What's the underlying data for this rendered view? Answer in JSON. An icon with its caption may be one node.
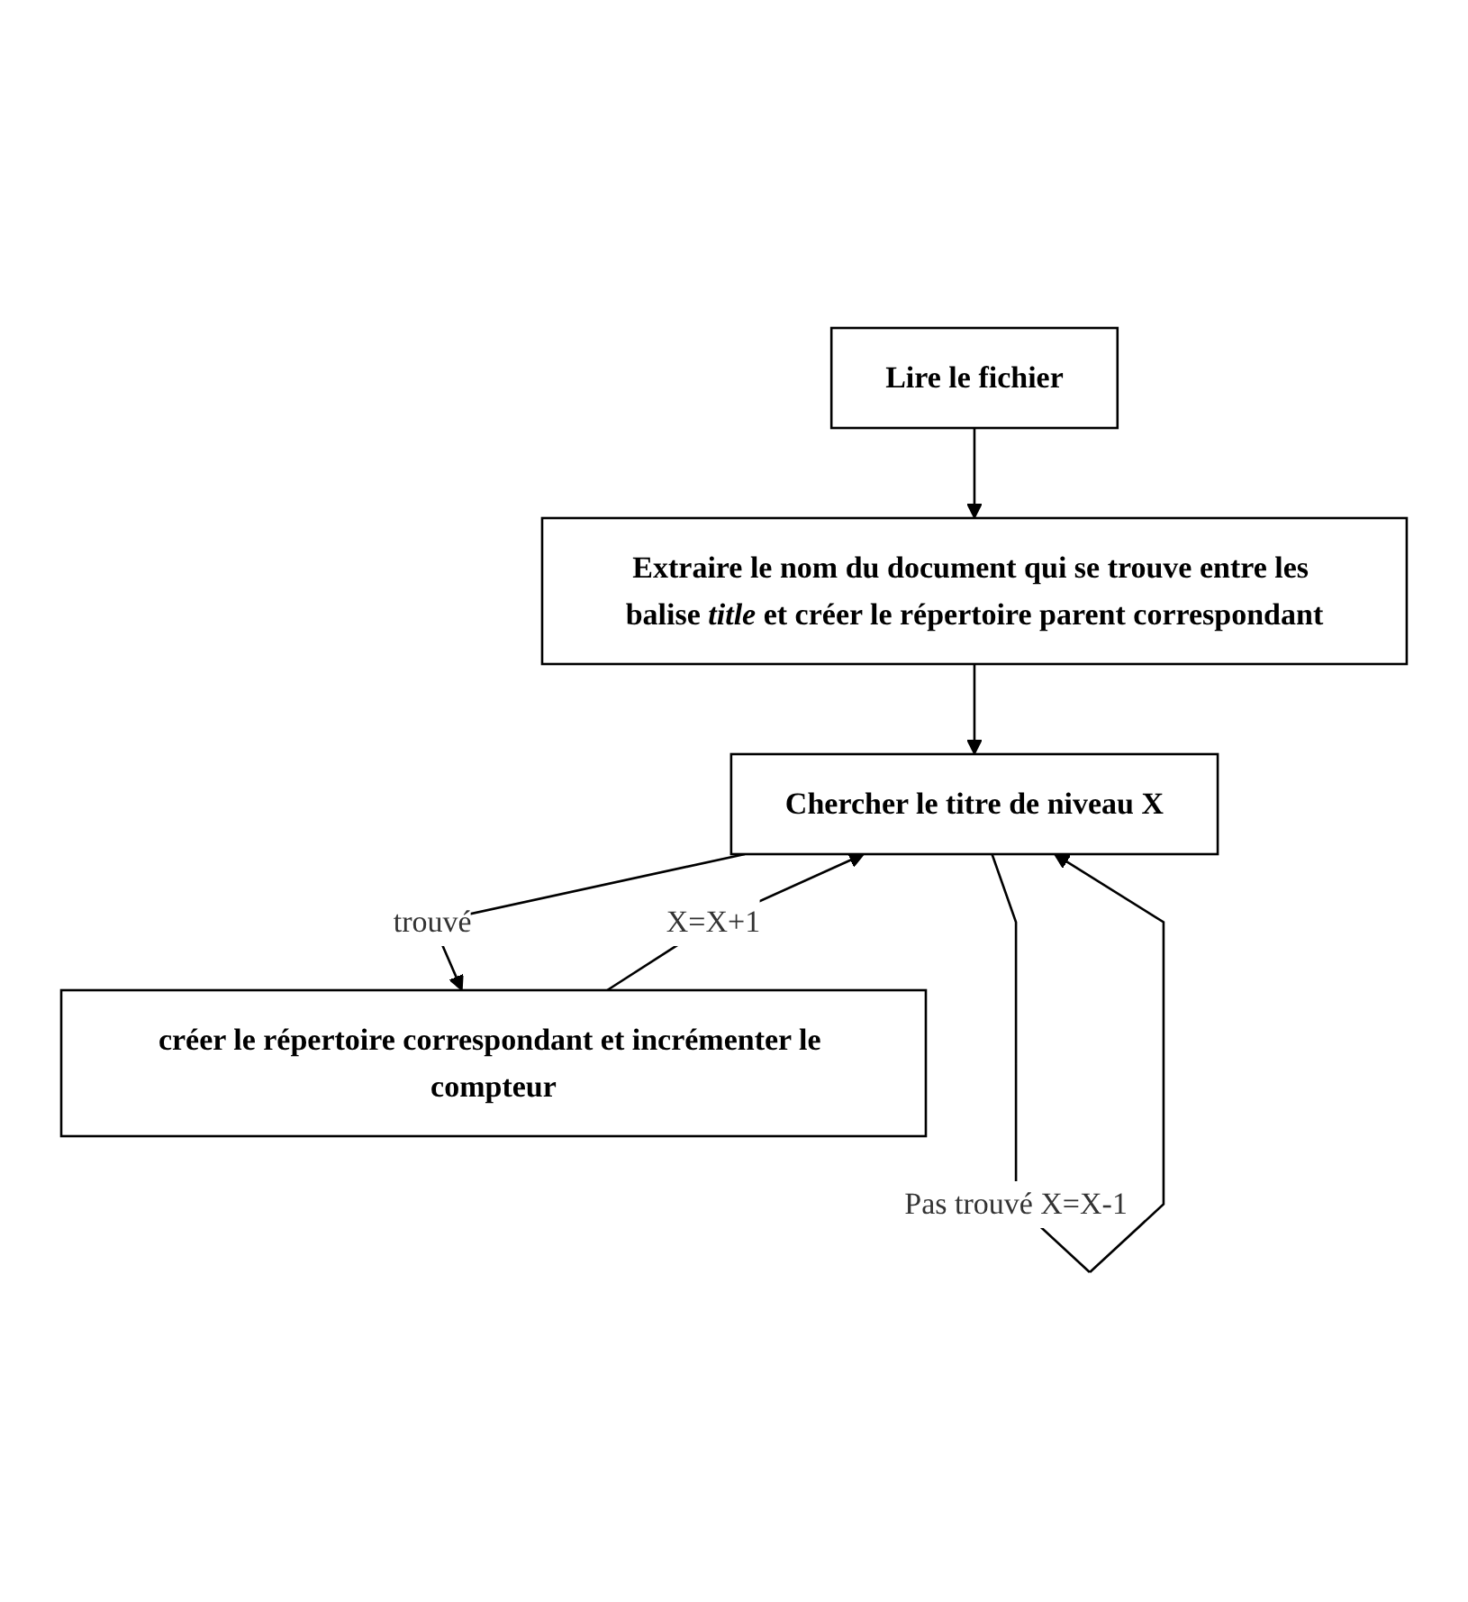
{
  "diagram": {
    "nodes": [
      {
        "text": [
          "Lire le fichier"
        ]
      },
      {
        "text": [
          "Extraire le nom du document qui se trouve entre les balise *title* et créer le répertoire parent correspondant"
        ]
      },
      {
        "text": [
          "Chercher le titre de niveau X"
        ]
      },
      {
        "text": [
          "créer le répertoire correspondant et incrémenter le compteur"
        ]
      }
    ],
    "edges": [
      {
        "from": 0,
        "to": 1,
        "arrow": "to"
      },
      {
        "from": 1,
        "to": 2,
        "arrow": "to"
      },
      {
        "from": 2,
        "to": 2,
        "arrow": "to",
        "label": "Pas trouvé X=X-1"
      },
      {
        "from": 2,
        "to": 3,
        "arrow": "to",
        "label": "trouvé"
      },
      {
        "from": 3,
        "to": 2,
        "arrow": "to",
        "label": "X=X+1"
      }
    ]
  }
}
